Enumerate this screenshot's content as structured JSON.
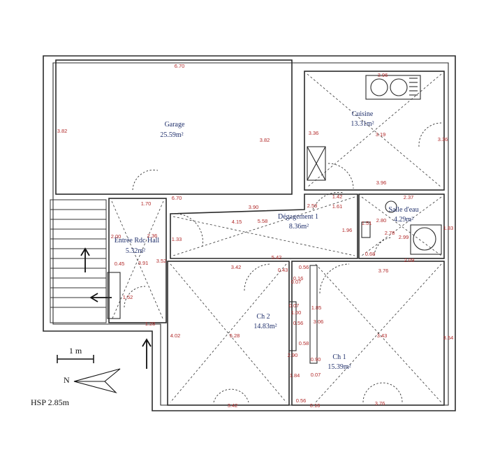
{
  "rooms": {
    "garage": {
      "name": "Garage",
      "area": "25.59m²"
    },
    "cuisine": {
      "name": "Cuisine",
      "area": "13.31m²"
    },
    "degagement": {
      "name": "Dégagement 1",
      "area": "8.36m²"
    },
    "salle_eau": {
      "name": "Salle d'eau",
      "area": "4.29m²"
    },
    "entree": {
      "name": "Entrée Rdc Hall",
      "area": "5.32m²"
    },
    "ch2": {
      "name": "Ch 2",
      "area": "14.83m²"
    },
    "ch1": {
      "name": "Ch 1",
      "area": "15.39m²"
    }
  },
  "dimensions": {
    "d01": "6.70",
    "d02": "3.82",
    "d03": "3.82",
    "d04": "6.70",
    "d05": "3.96",
    "d06": "3.36",
    "d07": "3.19",
    "d08": "3.36",
    "d09": "3.96",
    "d10": "1.70",
    "d11": "3.90",
    "d12": "4.15",
    "d13": "5.58",
    "d14": "2.53",
    "d15": "1.42",
    "d16": "1.61",
    "d17": "1.96",
    "d18": "2.37",
    "d19": "1.51",
    "d20": "2.80",
    "d21": "2.78",
    "d22": "2.99",
    "d23": "1.83",
    "d24": "0.68",
    "d25": "2.09",
    "d26": "2.00",
    "d27": "2.36",
    "d28": "1.33",
    "d29": "0.45",
    "d30": "3.91",
    "d31": "3.52",
    "d32": "1.52",
    "d33": "1.28",
    "d34": "3.42",
    "d35": "5.42",
    "d36": "0.43",
    "d37": "0.56",
    "d38": "0.16",
    "d39": "0.07",
    "d40": "3.76",
    "d41": "0.07",
    "d42": "1.85",
    "d43": "1.00",
    "d44": "0.56",
    "d45": "3.06",
    "d46": "4.02",
    "d47": "5.28",
    "d48": "0.58",
    "d49": "3.43",
    "d50": "3.54",
    "d51": "2.90",
    "d52": "0.90",
    "d53": "1.84",
    "d54": "0.07",
    "d55": "3.42",
    "d56": "0.56",
    "d57": "0.16",
    "d58": "3.76"
  },
  "scale_label": "1 m",
  "north_label": "N",
  "hsp_label": "HSP 2.85m"
}
